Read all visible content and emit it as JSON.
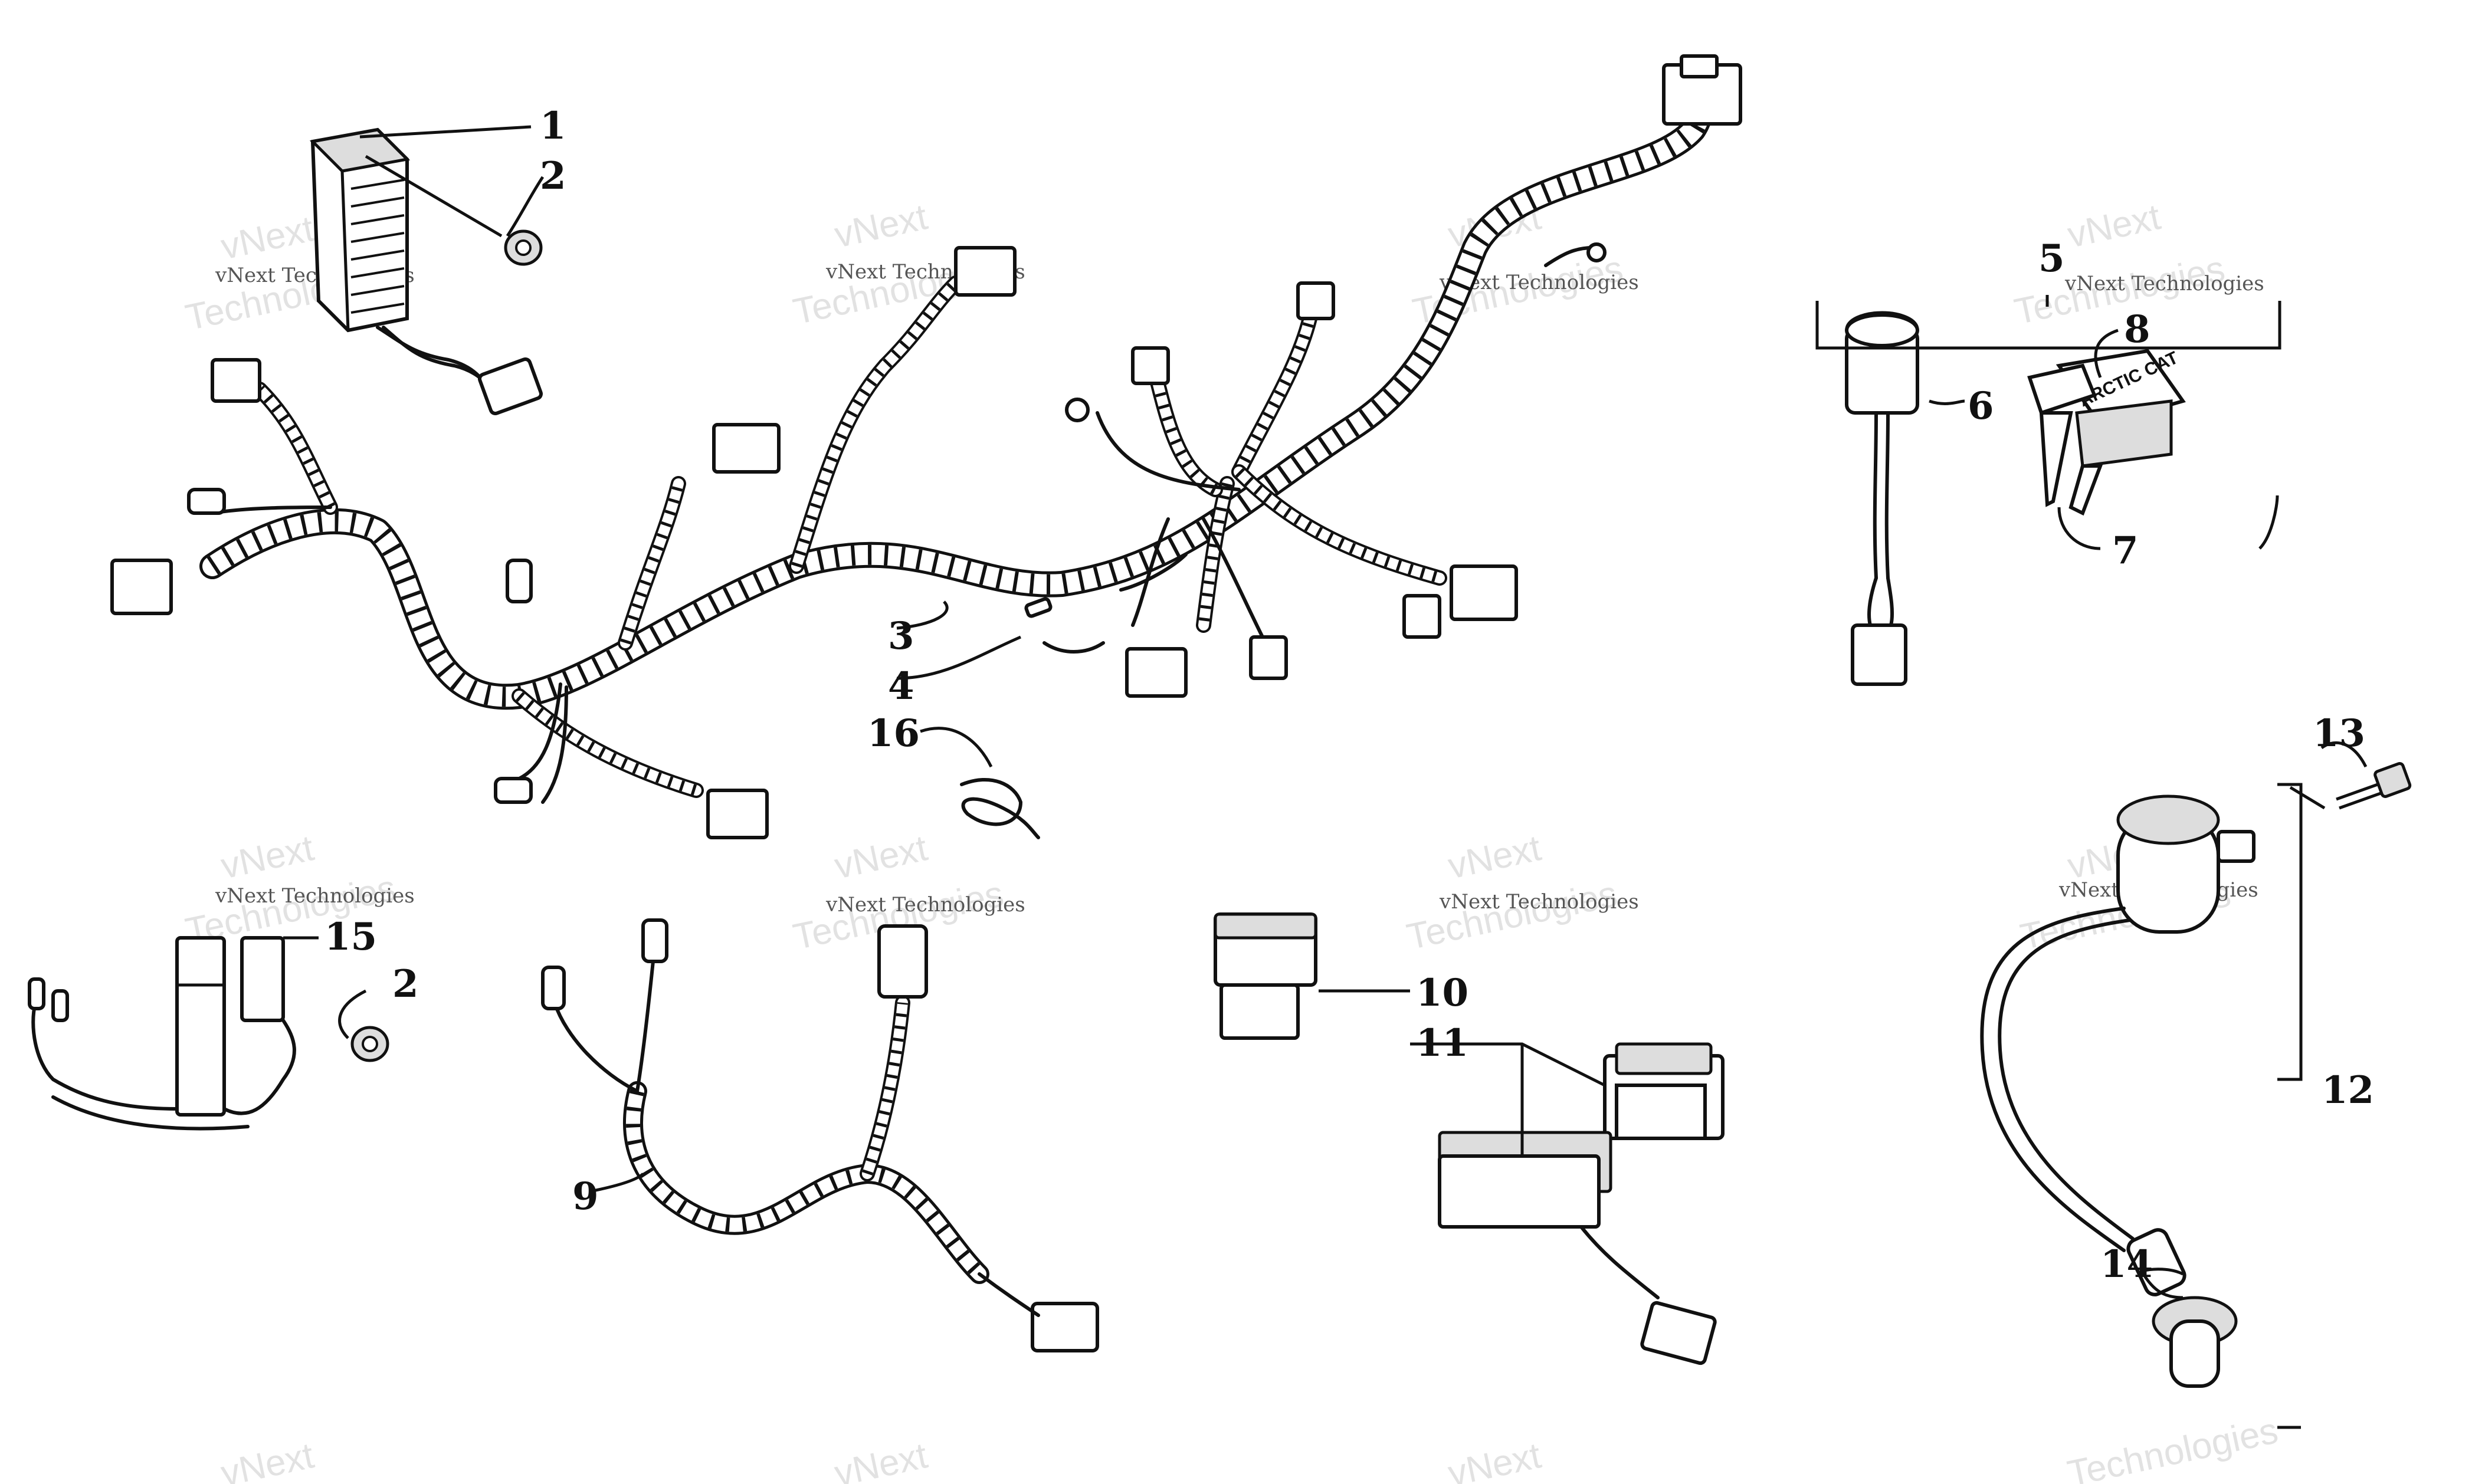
{
  "diagram": {
    "callouts": [
      {
        "id": "1",
        "label": "1"
      },
      {
        "id": "2a",
        "label": "2"
      },
      {
        "id": "3",
        "label": "3"
      },
      {
        "id": "4",
        "label": "4"
      },
      {
        "id": "5",
        "label": "5"
      },
      {
        "id": "6",
        "label": "6"
      },
      {
        "id": "7",
        "label": "7"
      },
      {
        "id": "8",
        "label": "8"
      },
      {
        "id": "9",
        "label": "9"
      },
      {
        "id": "10",
        "label": "10"
      },
      {
        "id": "11",
        "label": "11"
      },
      {
        "id": "12",
        "label": "12"
      },
      {
        "id": "13",
        "label": "13"
      },
      {
        "id": "14",
        "label": "14"
      },
      {
        "id": "15",
        "label": "15"
      },
      {
        "id": "2b",
        "label": "2"
      },
      {
        "id": "16",
        "label": "16"
      }
    ],
    "key_label": "ARCTIC CAT",
    "watermark": {
      "line1": "vNext Technologies",
      "line2": "vNext",
      "line3": "Technologies"
    }
  }
}
